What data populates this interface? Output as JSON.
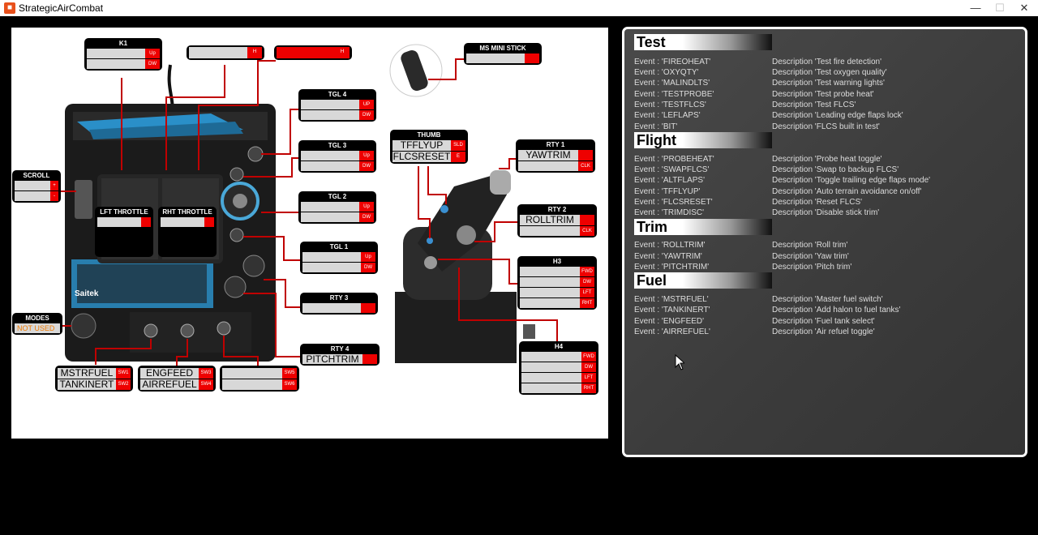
{
  "window": {
    "title": "StrategicAirCombat",
    "minimize": "—",
    "maximize": "☐",
    "close": "✕"
  },
  "bindings": {
    "k1": {
      "title": "K1",
      "rows": [
        {
          "value": "",
          "tag": "Up"
        },
        {
          "value": "",
          "tag": "DW"
        }
      ]
    },
    "k2": {
      "rows": [
        {
          "value": "",
          "tag": "H"
        }
      ]
    },
    "k3": {
      "rows": [
        {
          "value": "",
          "tag": "H"
        }
      ]
    },
    "ms_mini_stick": {
      "title": "MS MINI STICK",
      "rows": [
        {
          "value": "",
          "tag": ""
        }
      ]
    },
    "tgl4": {
      "title": "TGL 4",
      "rows": [
        {
          "value": "",
          "tag": "UP"
        },
        {
          "value": "",
          "tag": "DW"
        }
      ]
    },
    "tgl3": {
      "title": "TGL 3",
      "rows": [
        {
          "value": "",
          "tag": "Up"
        },
        {
          "value": "",
          "tag": "DW"
        }
      ]
    },
    "tgl2": {
      "title": "TGL 2",
      "rows": [
        {
          "value": "",
          "tag": "Up"
        },
        {
          "value": "",
          "tag": "DW"
        }
      ]
    },
    "tgl1": {
      "title": "TGL 1",
      "rows": [
        {
          "value": "",
          "tag": "Up"
        },
        {
          "value": "",
          "tag": "DW"
        }
      ]
    },
    "rty3": {
      "title": "RTY 3",
      "rows": [
        {
          "value": "",
          "tag": ""
        }
      ]
    },
    "rty4": {
      "title": "RTY 4",
      "rows": [
        {
          "value": "PITCHTRIM",
          "tag": ""
        }
      ]
    },
    "scroll": {
      "title": "SCROLL",
      "rows": [
        {
          "value": "",
          "tag": "+"
        },
        {
          "value": "",
          "tag": "-"
        }
      ]
    },
    "lft_throttle": {
      "title": "LFT THROTTLE",
      "rows": [
        {
          "value": "",
          "tag": ""
        }
      ]
    },
    "rht_throttle": {
      "title": "RHT THROTTLE",
      "rows": [
        {
          "value": "",
          "tag": ""
        }
      ]
    },
    "modes": {
      "title": "MODES",
      "rows": [
        {
          "value": "NOT USED",
          "tag": ""
        }
      ]
    },
    "sw12": {
      "rows": [
        {
          "value": "MSTRFUEL",
          "tag": "SW1"
        },
        {
          "value": "TANKINERT",
          "tag": "SW2"
        }
      ]
    },
    "sw34": {
      "rows": [
        {
          "value": "ENGFEED",
          "tag": "SW3"
        },
        {
          "value": "AIRREFUEL",
          "tag": "SW4"
        }
      ]
    },
    "sw56": {
      "rows": [
        {
          "value": "",
          "tag": "SW5"
        },
        {
          "value": "",
          "tag": "SW6"
        }
      ]
    },
    "thumb": {
      "title": "THUMB",
      "rows": [
        {
          "value": "TFFLYUP",
          "tag": "SLD"
        },
        {
          "value": "FLCSRESET",
          "tag": "E"
        }
      ]
    },
    "rty1": {
      "title": "RTY 1",
      "rows": [
        {
          "value": "YAWTRIM",
          "tag": ""
        },
        {
          "value": "",
          "tag": "CLK"
        }
      ]
    },
    "rty2": {
      "title": "RTY 2",
      "rows": [
        {
          "value": "ROLLTRIM",
          "tag": ""
        },
        {
          "value": "",
          "tag": "CLK"
        }
      ]
    },
    "h3": {
      "title": "H3",
      "rows": [
        {
          "value": "",
          "tag": "FWD"
        },
        {
          "value": "",
          "tag": "DW"
        },
        {
          "value": "",
          "tag": "LFT"
        },
        {
          "value": "",
          "tag": "RHT"
        }
      ]
    },
    "h4": {
      "title": "H4",
      "rows": [
        {
          "value": "",
          "tag": "FWD"
        },
        {
          "value": "",
          "tag": "DW"
        },
        {
          "value": "",
          "tag": "LFT"
        },
        {
          "value": "",
          "tag": "RHT"
        }
      ]
    }
  },
  "device": {
    "brand": "Saitek"
  },
  "sections": [
    {
      "title": "Test",
      "events": [
        {
          "event": "Event : 'FIREOHEAT'",
          "desc": "Description 'Test fire detection'"
        },
        {
          "event": "Event : 'OXYQTY'",
          "desc": "Description 'Test oxygen quality'"
        },
        {
          "event": "Event : 'MALINDLTS'",
          "desc": "Description 'Test warning lights'"
        },
        {
          "event": "Event : 'TESTPROBE'",
          "desc": "Description 'Test probe heat'"
        },
        {
          "event": "Event : 'TESTFLCS'",
          "desc": "Description 'Test FLCS'"
        },
        {
          "event": "Event : 'LEFLAPS'",
          "desc": "Description 'Leading edge flaps lock'"
        },
        {
          "event": "Event : 'BIT'",
          "desc": "Description 'FLCS built in test'"
        }
      ]
    },
    {
      "title": "Flight",
      "events": [
        {
          "event": "Event : 'PROBEHEAT'",
          "desc": "Description 'Probe heat toggle'"
        },
        {
          "event": "Event : 'SWAPFLCS'",
          "desc": "Description 'Swap to backup FLCS'"
        },
        {
          "event": "Event : 'ALTFLAPS'",
          "desc": "Description 'Toggle trailing edge flaps mode'"
        },
        {
          "event": "Event : 'TFFLYUP'",
          "desc": "Description 'Auto terrain avoidance on/off'"
        },
        {
          "event": "Event : 'FLCSRESET'",
          "desc": "Description 'Reset FLCS'"
        },
        {
          "event": "Event : 'TRIMDISC'",
          "desc": "Description 'Disable stick trim'"
        }
      ]
    },
    {
      "title": "Trim",
      "events": [
        {
          "event": "Event : 'ROLLTRIM'",
          "desc": "Description 'Roll trim'"
        },
        {
          "event": "Event : 'YAWTRIM'",
          "desc": "Description 'Yaw trim'"
        },
        {
          "event": "Event : 'PITCHTRIM'",
          "desc": "Description 'Pitch trim'"
        }
      ]
    },
    {
      "title": "Fuel",
      "events": [
        {
          "event": "Event : 'MSTRFUEL'",
          "desc": "Description 'Master fuel switch'"
        },
        {
          "event": "Event : 'TANKINERT'",
          "desc": "Description 'Add halon to fuel tanks'"
        },
        {
          "event": "Event : 'ENGFEED'",
          "desc": "Description 'Fuel tank select'"
        },
        {
          "event": "Event : 'AIRREFUEL'",
          "desc": "Description 'Air refuel toggle'"
        }
      ]
    }
  ]
}
